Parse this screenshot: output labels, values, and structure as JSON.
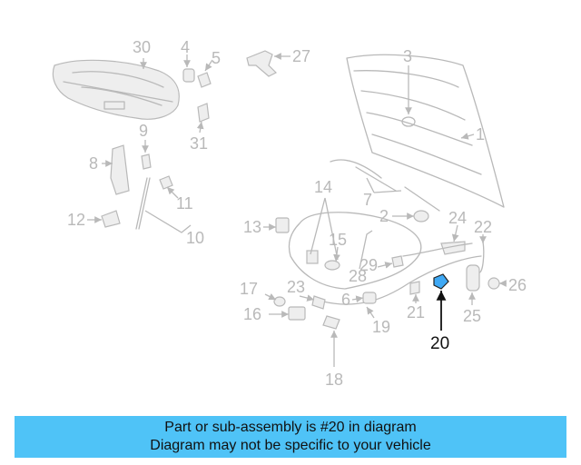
{
  "diagram": {
    "callouts": [
      "30",
      "4",
      "5",
      "27",
      "3",
      "1",
      "9",
      "31",
      "8",
      "11",
      "12",
      "10",
      "7",
      "2",
      "14",
      "13",
      "24",
      "22",
      "15",
      "29",
      "28",
      "17",
      "23",
      "6",
      "21",
      "26",
      "16",
      "25",
      "19",
      "20",
      "18"
    ],
    "highlight_callout": "20",
    "colors": {
      "line": "#b9b9b9",
      "highlight_part": "#3fa9f5",
      "highlight_text": "#111111",
      "banner": "#4fc3f7"
    }
  },
  "banner": {
    "line1": "Part or sub-assembly is #20 in diagram",
    "line2": "Diagram may not be specific to your vehicle"
  }
}
